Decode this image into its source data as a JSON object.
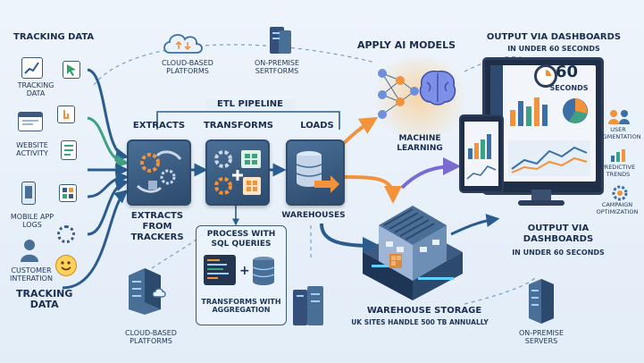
{
  "left": {
    "heading": "TRACKING DATA",
    "sources": [
      {
        "label": "TRACKING\nDATA",
        "icon": "chart-icon"
      },
      {
        "label": "WEBSITE\nACTIVITY",
        "icon": "browser-icon"
      },
      {
        "label": "MOBILE APP\nLOGS",
        "icon": "phone-icon"
      },
      {
        "label": "CUSTOMER\nINTERATION",
        "icon": "smiley-icon"
      }
    ],
    "bottom_label": "TRACKING\nDATA"
  },
  "top": {
    "cloud_label": "CLOUD-BASED\nPLATFORMS",
    "onprem_label": "ON-PREMISE\nSERTFORMS",
    "pipeline_title": "ETL PIPELINE"
  },
  "etl": {
    "extracts_title": "EXTRACTS",
    "transforms_title": "TRANSFORMS",
    "loads_title": "LOADS",
    "extracts_sub": "EXTRACTS\nFROM\nTRACKERS",
    "warehouses_label": "WAREHOUSES",
    "sql_title": "PROCESS WITH\nSQL QUERIES",
    "sql_caption": "TRANSFORMS WITH\nAGGREGATION"
  },
  "ai": {
    "title": "APPLY AI MODELS",
    "caption": "MACHINE\nLEARNING"
  },
  "output": {
    "title": "OUTPUT VIA DASHBOARDS",
    "subtitle": "IN UNDER 60 SECONDS",
    "timer_value": "60",
    "timer_unit": "SECONDS",
    "side_items": [
      "USER\nSEGMENTATION",
      "PREDICTIVE\nTRENDS",
      "CAMPAIGN\nOPTIMIZATION"
    ],
    "title2": "OUTPUT VIA\nDASHBOARDS",
    "subtitle2": "IN UNDER 60 SECONDS"
  },
  "storage": {
    "title": "WAREHOUSE STORAGE",
    "caption": "UK SITES HANDLE 500 TB ANNUALLY"
  },
  "bottom": {
    "cloud_label": "CLOUD-BASED\nPLATFORMS",
    "onprem_label": "ON-PREMISE\nSERVERS"
  },
  "colors": {
    "box": "#2f4b6e",
    "arrow_blue": "#2b5c8f",
    "arrow_orange": "#f2923a",
    "arrow_green": "#3fa184",
    "arrow_purple": "#7a6bd3",
    "glow": "#ffb347"
  }
}
